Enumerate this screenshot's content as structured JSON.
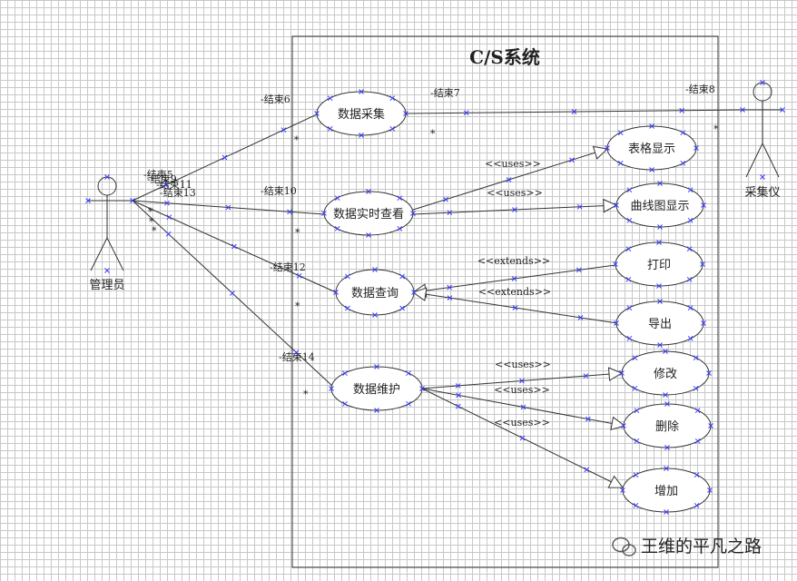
{
  "system": {
    "title": "C/S系统"
  },
  "actors": {
    "admin": "管理员",
    "collector": "采集仪"
  },
  "use_cases": {
    "collect": "数据采集",
    "realtime": "数据实时查看",
    "query": "数据查询",
    "maintain": "数据维护",
    "table": "表格显示",
    "curve": "曲线图显示",
    "print": "打印",
    "export": "导出",
    "modify": "修改",
    "delete": "删除",
    "add": "增加"
  },
  "relations": {
    "uses": "<<uses>>",
    "extends": "<<extends>>"
  },
  "association_ends": {
    "e5": "-结束5",
    "e6": "-结束6",
    "e7": "-结束7",
    "e8": "-结束8",
    "e9": "-结束9",
    "e10": "-结束10",
    "e11": "-结束11",
    "e12": "-结束12",
    "e13": "-结束13",
    "e14": "-结束14"
  },
  "multiplicity": "*",
  "watermark": "王维的平凡之路",
  "colors": {
    "line": "#333333",
    "marker": "#3a3aff"
  }
}
